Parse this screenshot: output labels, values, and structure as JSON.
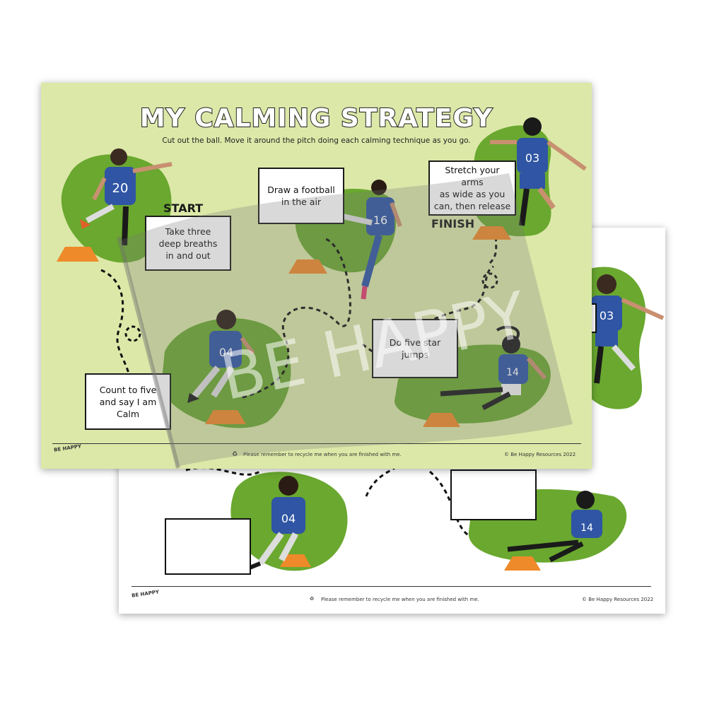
{
  "front": {
    "title": "MY CALMING STRATEGY",
    "subtitle": "Cut out the ball. Move it around the pitch doing each calming technique as you go.",
    "start_label": "START",
    "finish_label": "FINISH",
    "steps": [
      {
        "text": "Take three\ndeep breaths\nin and out"
      },
      {
        "text": "Draw a football\nin the air"
      },
      {
        "text": "Stretch your arms\nas wide as you\ncan, then release"
      },
      {
        "text": "Do five star\njumps"
      },
      {
        "text": "Count to five\nand say I am\nCalm"
      }
    ],
    "players": [
      "20",
      "16",
      "03",
      "04",
      "14"
    ],
    "footer": {
      "recycle": "Please remember to recycle me when you are finished with me.",
      "copyright": "© Be Happy Resources 2022",
      "logo": "BE HAPPY"
    }
  },
  "back": {
    "players": [
      "03",
      "04",
      "14"
    ],
    "footer": {
      "recycle": "Please remember to recycle me when you are finished with me.",
      "copyright": "© Be Happy Resources 2022",
      "logo": "BE HAPPY"
    }
  },
  "watermark": "BE HAPPY",
  "colors": {
    "pitch_bg": "#dce8a8",
    "blob_green": "#6aa82f",
    "kit_blue": "#2f55a4",
    "cone_orange": "#ee8a2a"
  }
}
